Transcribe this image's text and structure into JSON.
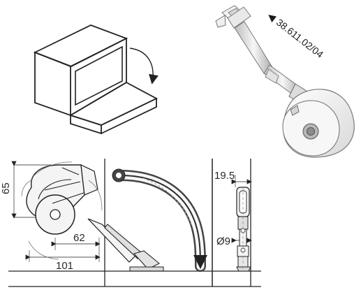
{
  "part_number": {
    "arrow": "◀",
    "text": "38.611.02/04"
  },
  "dimensions": {
    "height": "65",
    "inner_offset": "62",
    "outer_offset": "101",
    "top_width": "19.5",
    "diameter": "Ø9"
  },
  "colors": {
    "line": "#222222",
    "mechanism_fill": "#f4f4f4",
    "accent_fill": "#dfdfdf",
    "background": "#ffffff"
  }
}
